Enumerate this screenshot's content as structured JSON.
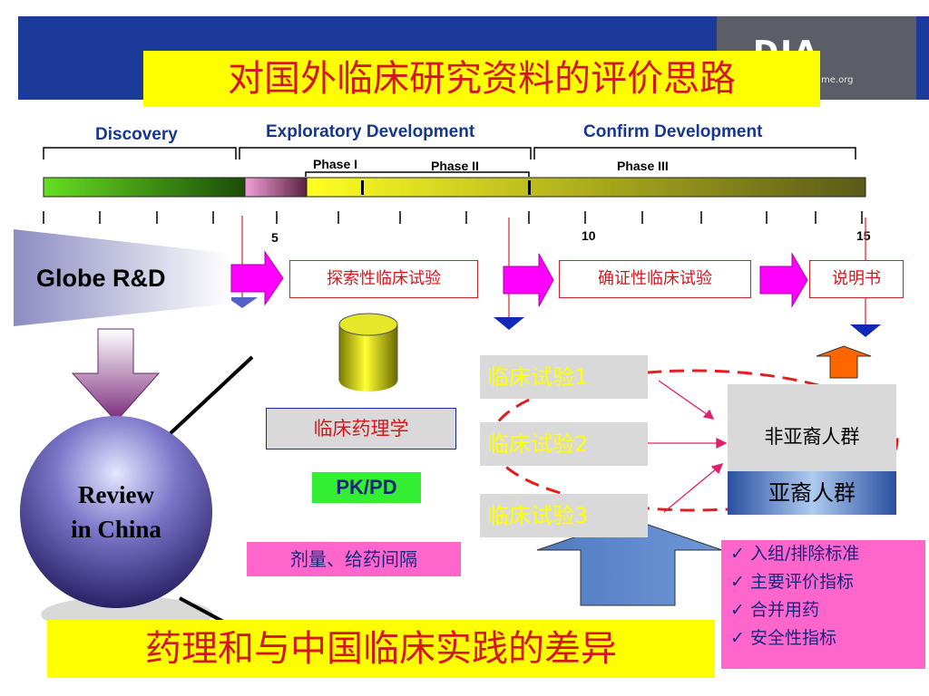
{
  "header": {
    "logo_text": "DIA",
    "logo_sub": "me.org",
    "title": "对国外临床研究资料的评价思路"
  },
  "timeline": {
    "sections": [
      "Discovery",
      "Exploratory Development",
      "Confirm Development"
    ],
    "phases": [
      "Phase I",
      "Phase II",
      "Phase III"
    ],
    "tick_labels": [
      "5",
      "10",
      "15"
    ]
  },
  "flow": {
    "globe_label": "Globe R&D",
    "boxes": [
      "探索性临床试验",
      "确证性临床试验",
      "说明书"
    ]
  },
  "review": {
    "line1": "Review",
    "line2": "in China"
  },
  "pharmacology": {
    "label": "临床药理学",
    "pkpd": "PK/PD",
    "dose": "剂量、给药间隔"
  },
  "trials": [
    "临床试验1",
    "临床试验2",
    "临床试验3"
  ],
  "populations": {
    "non_asian": "非亚裔人群",
    "asian": "亚裔人群"
  },
  "criteria": [
    "入组/排除标准",
    "主要评价指标",
    "合并用药",
    "安全性指标"
  ],
  "bottom": "药理和与中国临床实践的差异",
  "colors": {
    "title_bg": "#ffff00",
    "title_text": "#d4171d",
    "band": "#1b3a9a",
    "magenta": "#ff00ff",
    "navy": "#0a1aa0"
  }
}
